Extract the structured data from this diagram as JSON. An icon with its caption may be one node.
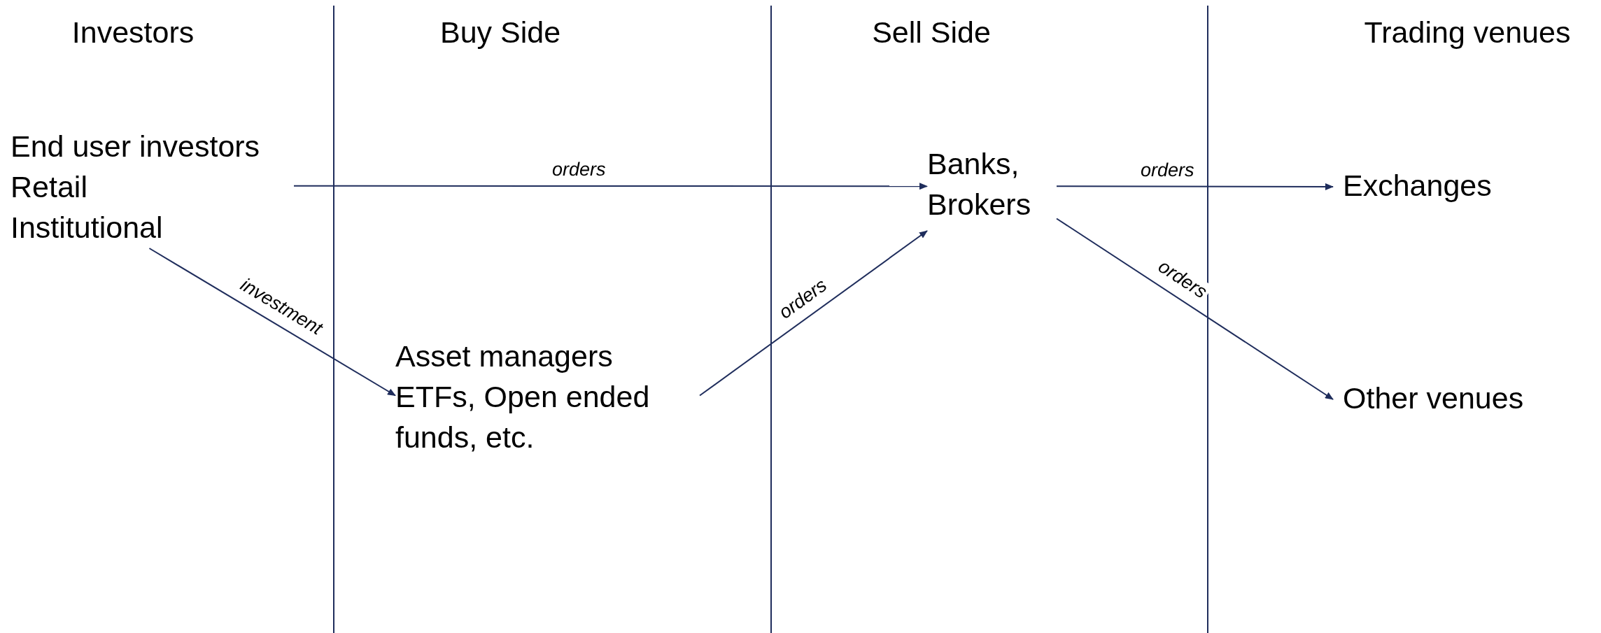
{
  "diagram": {
    "nodes": [
      {
        "text": [
          "End user investors",
          "Retail",
          "Institutional"
        ]
      },
      {
        "text": [
          "Asset managers",
          "ETFs, Open ended funds, etc."
        ]
      },
      {
        "text": [
          "Banks, Brokers"
        ]
      },
      {
        "text": [
          "Exchanges"
        ]
      },
      {
        "text": [
          "Other venues"
        ]
      }
    ],
    "edges": [
      {
        "from": 0,
        "to": 2,
        "arrow": "to",
        "label": "orders"
      },
      {
        "from": 0,
        "to": 1,
        "arrow": "to",
        "label": "investment"
      },
      {
        "from": 1,
        "to": 2,
        "arrow": "to",
        "label": "orders"
      },
      {
        "from": 2,
        "to": 3,
        "arrow": "to",
        "label": "orders"
      },
      {
        "from": 2,
        "to": 4,
        "arrow": "to",
        "label": "orders"
      }
    ],
    "labels": [
      "Investors",
      "Buy Side",
      "Sell Side",
      "Trading venues"
    ]
  }
}
